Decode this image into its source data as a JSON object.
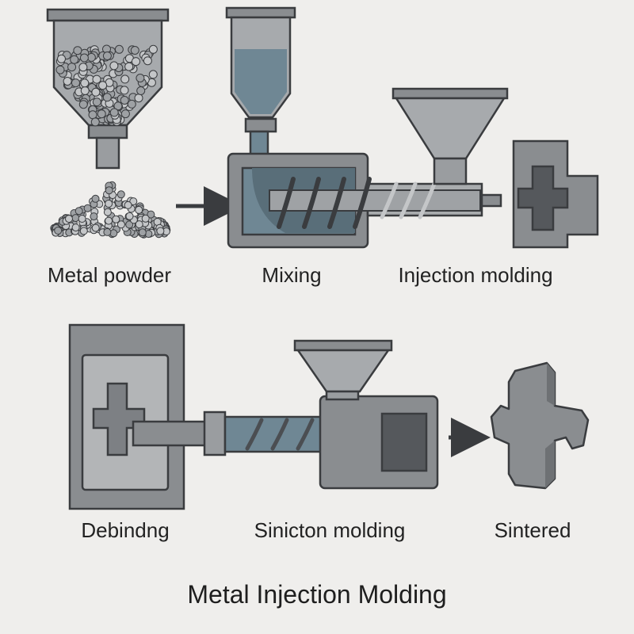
{
  "title": "Metal Injection Molding",
  "steps": [
    {
      "label": "Metal powder"
    },
    {
      "label": "Mixing"
    },
    {
      "label": "Injection molding"
    },
    {
      "label": "Debindng"
    },
    {
      "label": "Sinicton molding"
    },
    {
      "label": "Sintered"
    }
  ],
  "colors": {
    "background": "#efeeec",
    "steel": "#8a8d90",
    "steel_dark": "#55585c",
    "steel_light": "#a9acae",
    "feedstock": "#6f8794",
    "outline": "#3a3c3f"
  }
}
